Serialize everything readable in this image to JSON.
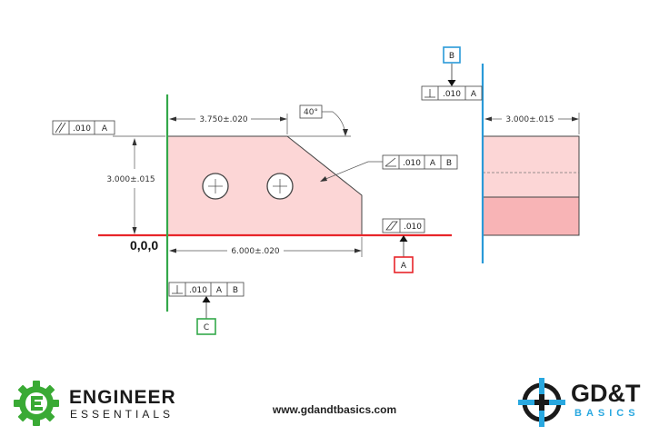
{
  "drawing": {
    "origin_label": "0,0,0",
    "front_view": {
      "dim_top": "3.750±.020",
      "dim_angle": "40°",
      "dim_height": "3.000±.015",
      "dim_length": "6.000±.020",
      "fcf_parallelism": {
        "tolerance": ".010",
        "datum1": "A"
      },
      "fcf_angularity": {
        "tolerance": ".010",
        "datum1": "A",
        "datum2": "B"
      },
      "fcf_flatness": {
        "tolerance": ".010"
      },
      "fcf_perpendicularity": {
        "tolerance": ".010",
        "datum1": "A",
        "datum2": "B"
      }
    },
    "side_view": {
      "dim_width": "3.000±.015",
      "fcf_perpendicularity": {
        "tolerance": ".010",
        "datum1": "A"
      }
    },
    "datums": {
      "a": "A",
      "b": "B",
      "c": "C"
    },
    "colors": {
      "datum_a": "#e8252a",
      "datum_b": "#2a9ad8",
      "datum_c": "#34a84a",
      "part_fill": "#fcd6d6"
    }
  },
  "footer": {
    "engineer_essentials": {
      "line1": "ENGINEER",
      "line2": "ESSENTIALS",
      "icon": "gear-e-icon"
    },
    "website": "www.gdandtbasics.com",
    "gdt_basics": {
      "line1": "GD&T",
      "line2": "BASICS",
      "icon": "crosshair-icon"
    }
  }
}
